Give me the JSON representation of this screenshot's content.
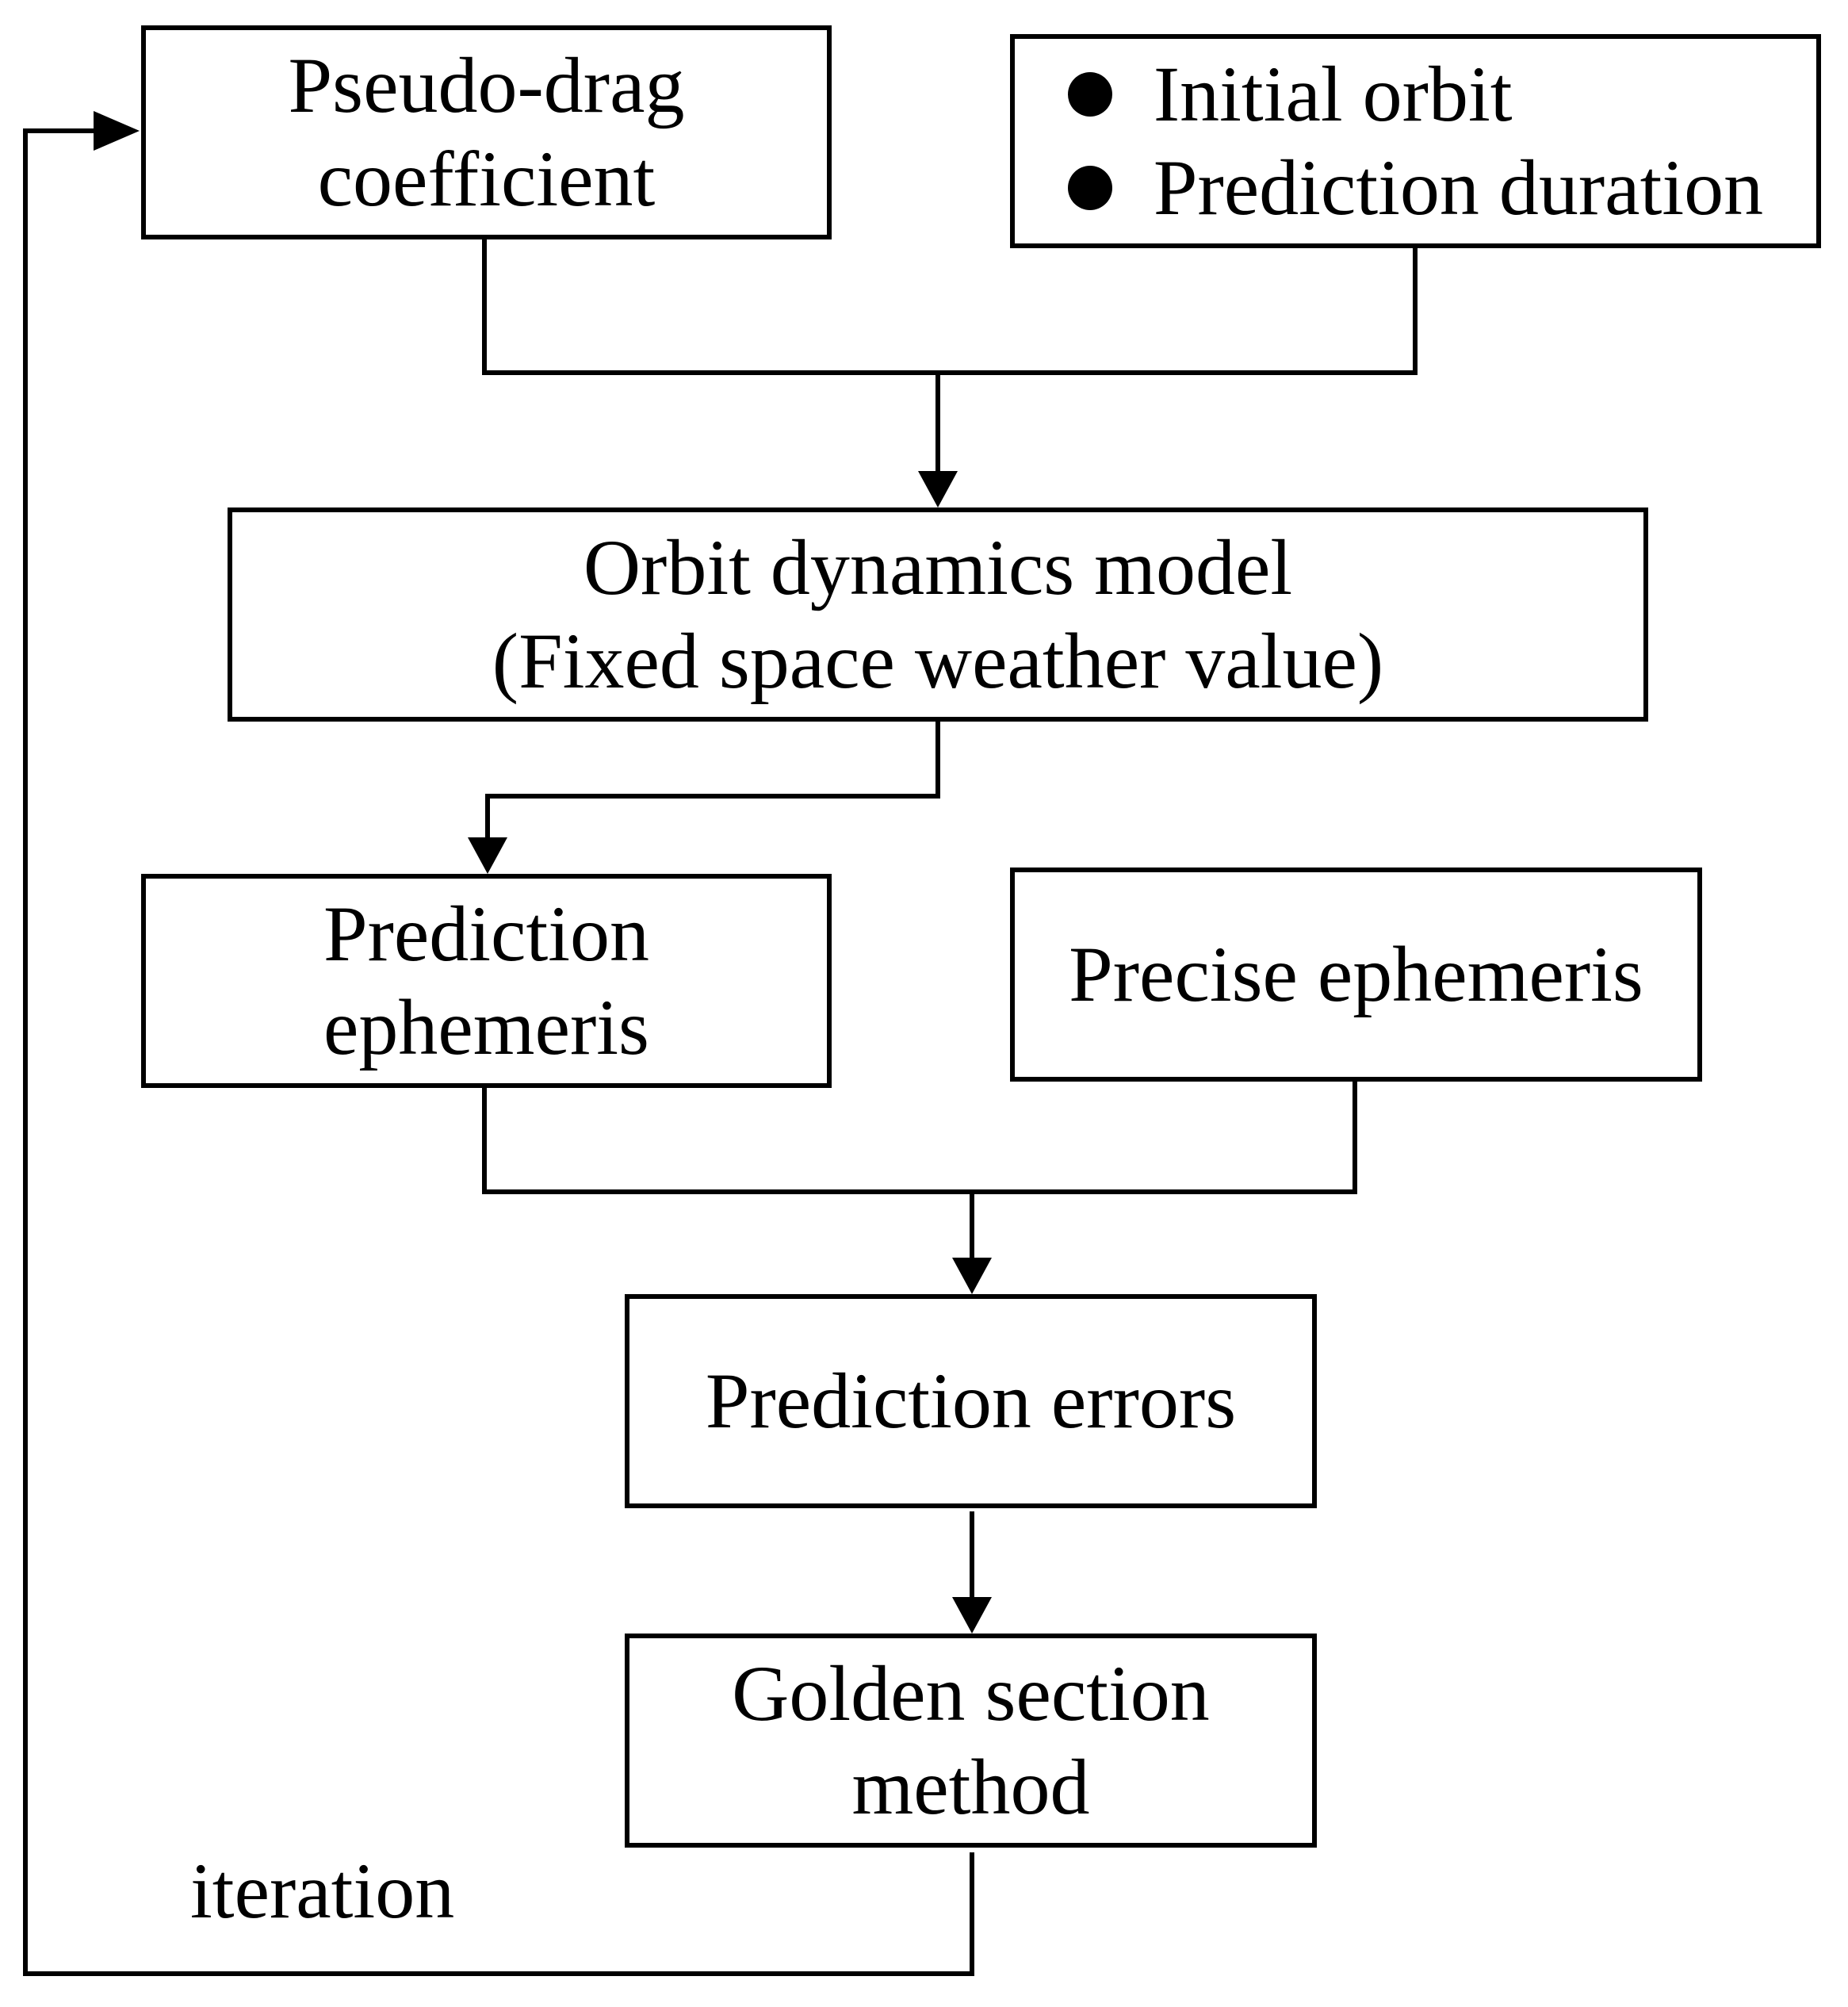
{
  "nodes": {
    "pseudo_drag": {
      "label": "Pseudo-drag\ncoefficient"
    },
    "inputs": {
      "items": [
        "Initial orbit",
        "Prediction duration"
      ]
    },
    "orbit_model": {
      "label": "Orbit dynamics model\n(Fixed space weather value)"
    },
    "prediction_ephemeris": {
      "label": "Prediction\nephemeris"
    },
    "precise_ephemeris": {
      "label": "Precise ephemeris"
    },
    "prediction_errors": {
      "label": "Prediction errors"
    },
    "golden_section": {
      "label": "Golden section\nmethod"
    }
  },
  "edges": {
    "loop_label": "iteration"
  },
  "colors": {
    "stroke": "#000000",
    "background": "#ffffff"
  }
}
